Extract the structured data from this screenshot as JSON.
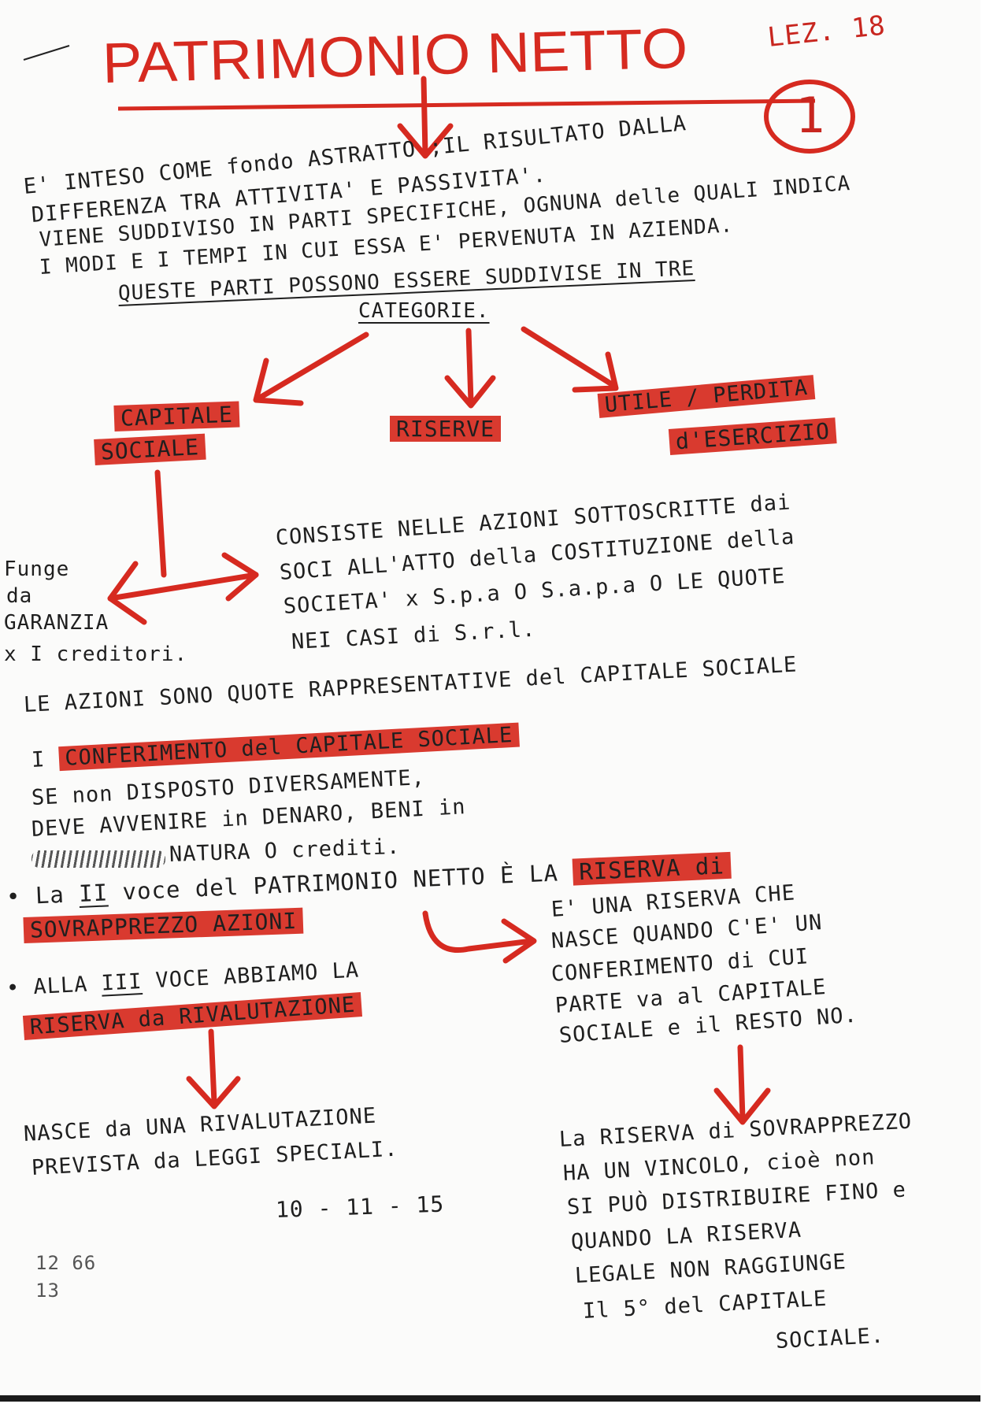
{
  "title": "PATRIMONIO NETTO",
  "lecture": "LEZ. 18",
  "page_number": "1",
  "intro": [
    "E' INTESO COME fondo ASTRATTO ;IL RISULTATO DALLA",
    "DIFFERENZA TRA ATTIVITA' E PASSIVITA'.",
    "VIENE SUDDIVISO IN PARTI SPECIFICHE, OGNUNA delle QUALI INDICA",
    "I MODI E I TEMPI IN CUI ESSA E' PERVENUTA IN AZIENDA.",
    "QUESTE PARTI POSSONO ESSERE SUDDIVISE IN TRE",
    "CATEGORIE."
  ],
  "categories": {
    "capitale_line1": "CAPITALE",
    "capitale_line2": "SOCIALE",
    "riserve": "RISERVE",
    "utile_line1": "UTILE / PERDITA",
    "utile_line2": "d'ESERCIZIO"
  },
  "garanzia": [
    "Funge",
    "da",
    "GARANZIA",
    "x I creditori."
  ],
  "capitale_def": [
    "CONSISTE NELLE AZIONI SOTTOSCRITTE dai",
    "SOCI ALL'ATTO della COSTITUZIONE della",
    "SOCIETA' x S.p.a O S.a.p.a O LE QUOTE",
    "NEI CASI di S.r.l."
  ],
  "azioni_line": "LE AZIONI SONO QUOTE RAPPRESENTATIVE del CAPITALE SOCIALE",
  "conferimento": {
    "prefix": "I",
    "highlight": "CONFERIMENTO del CAPITALE SOCIALE",
    "lines": [
      "SE non DISPOSTO DIVERSAMENTE,",
      "DEVE AVVENIRE in DENARO, BENI in",
      "NATURA O crediti."
    ]
  },
  "voce2": {
    "bullet": "•",
    "text_a": "La",
    "numeral": "II",
    "text_b": "voce del PATRIMONIO NETTO È LA",
    "highlight_a": "RISERVA di",
    "highlight_b": "SOVRAPPREZZO AZIONI"
  },
  "sovrapprezzo_def": [
    "E' UNA RISERVA CHE",
    "NASCE QUANDO C'E' UN",
    "CONFERIMENTO di CUI",
    "PARTE va al CAPITALE",
    "SOCIALE e il RESTO NO."
  ],
  "voce3": {
    "bullet": "•",
    "text_a": "ALLA",
    "numeral": "III",
    "text_b": "VOCE ABBIAMO LA",
    "highlight": "RISERVA da RIVALUTAZIONE"
  },
  "rivalutazione_def": [
    "NASCE da UNA RIVALUTAZIONE",
    "PREVISTA da LEGGI SPECIALI."
  ],
  "date": "10 - 11 - 15",
  "margin_notes": [
    "12 66",
    "13"
  ],
  "vincolo": [
    "La RISERVA di SOVRAPPREZZO",
    "HA UN VINCOLO, cioè non",
    "SI PUÒ DISTRIBUIRE FINO e",
    "QUANDO LA RISERVA",
    "LEGALE NON RAGGIUNGE",
    "Il 5° del CAPITALE",
    "SOCIALE."
  ],
  "colors": {
    "ink": "#1f1f1f",
    "red": "#c8261f",
    "highlight": "#d93a2f",
    "paper": "#fbfbfa"
  }
}
